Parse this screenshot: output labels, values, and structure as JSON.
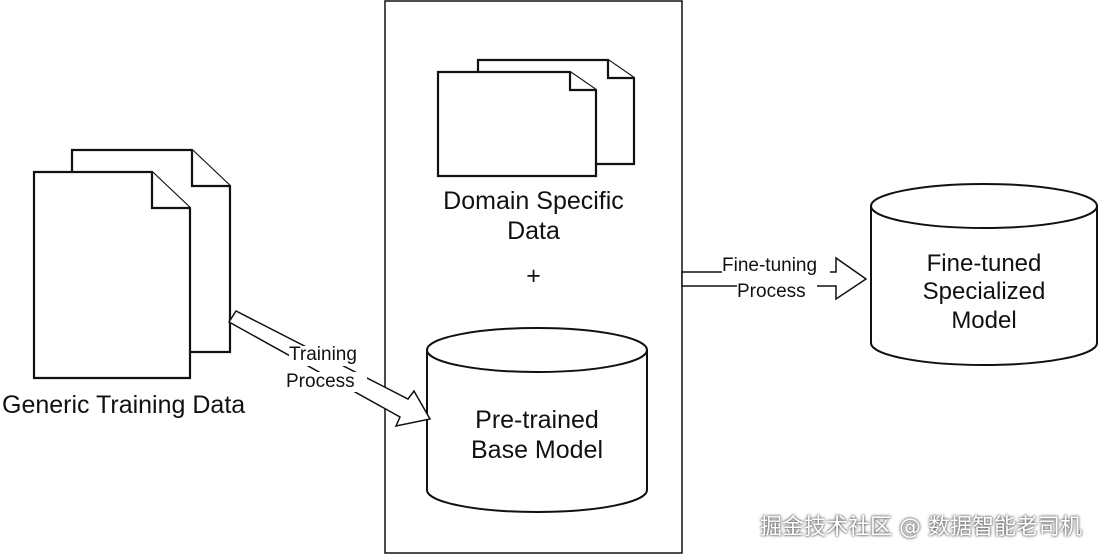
{
  "generic_data": {
    "label": "Generic Training Data"
  },
  "training_arrow": {
    "line1": "Training",
    "line2": "Process"
  },
  "middle_panel": {
    "domain_line1": "Domain Specific",
    "domain_line2": "Data",
    "plus": "+",
    "base_model_line1": "Pre-trained",
    "base_model_line2": "Base Model"
  },
  "finetune_arrow": {
    "line1": "Fine-tuning",
    "line2": "Process"
  },
  "output_model": {
    "line1": "Fine-tuned",
    "line2": "Specialized",
    "line3": "Model"
  },
  "watermark": "掘金技术社区 @ 数据智能老司机"
}
